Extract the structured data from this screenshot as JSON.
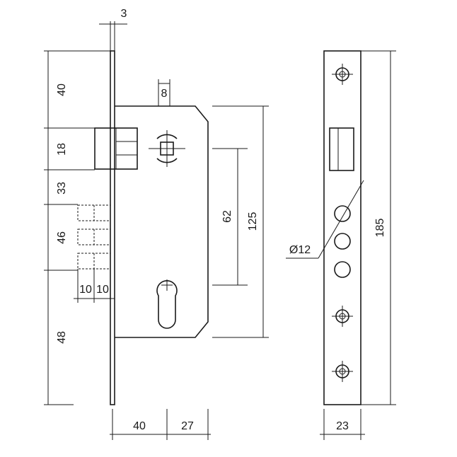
{
  "labels": {
    "plate_thickness": "3",
    "top_offset": "40",
    "bolt_height": "18",
    "gap_mid": "33",
    "latch_block": "46",
    "bottom_offset": "48",
    "bolt_width": "8",
    "latch_w1": "10",
    "latch_w2": "10",
    "center_distance": "62",
    "case_height": "125",
    "backset": "40",
    "case_depth": "27",
    "hole_diameter": "Ø12",
    "faceplate_length": "185",
    "faceplate_width": "23"
  }
}
